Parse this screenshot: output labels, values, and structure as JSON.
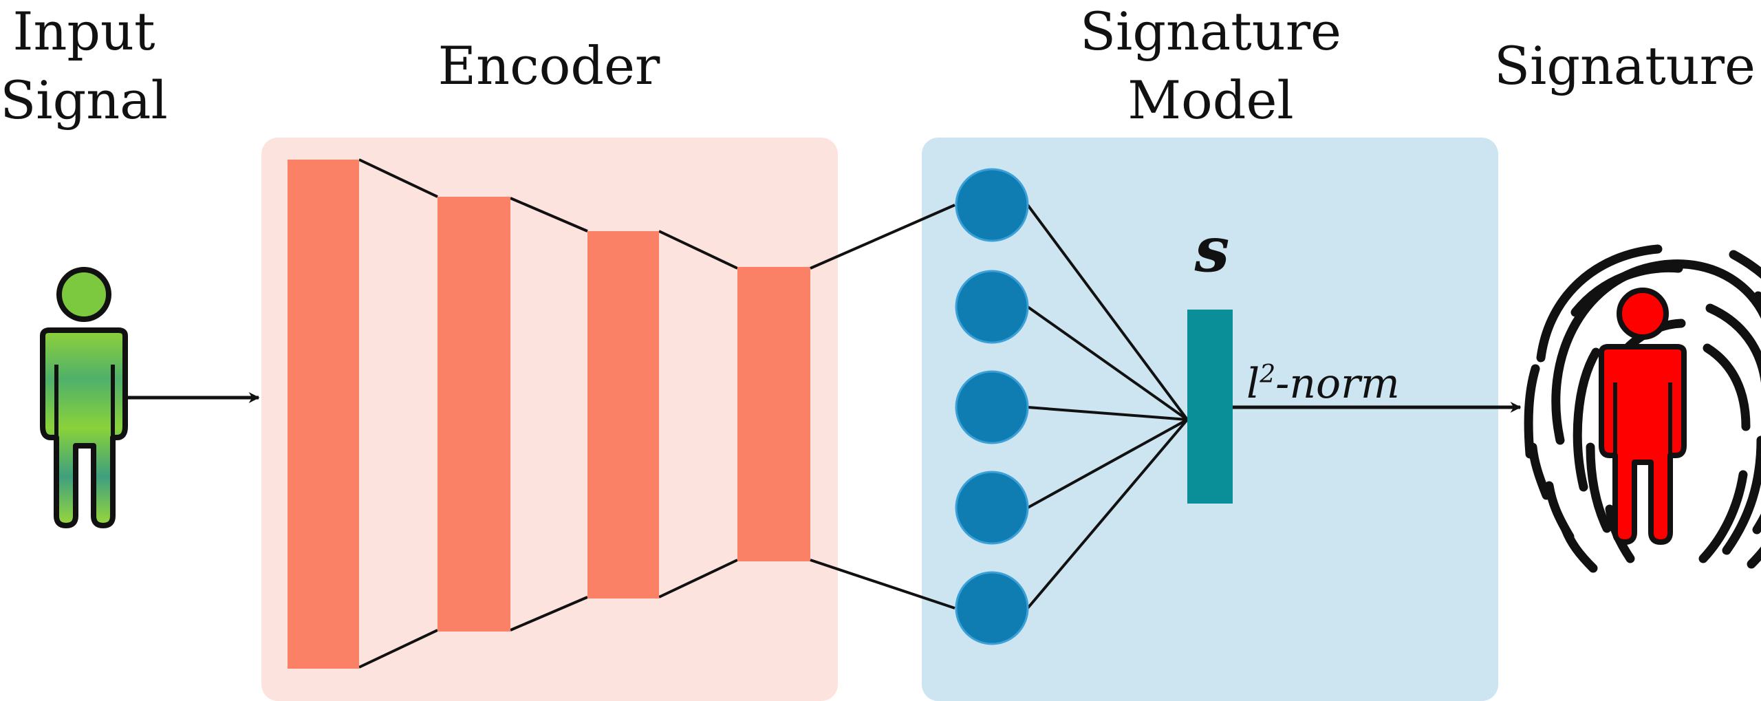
{
  "labels": {
    "input": [
      "Input",
      "Signal"
    ],
    "encoder": "Encoder",
    "signature_model": [
      "Signature",
      "Model"
    ],
    "signature": "Signature",
    "vector_symbol": "s",
    "norm_base": "l",
    "norm_exp": "2",
    "norm_rest": "-norm"
  },
  "colors": {
    "encoder_panel": "#fde3de",
    "encoder_layer": "#fa8066",
    "model_panel": "#cde5f1",
    "neuron_fill": "#0f7cb2",
    "neuron_stroke": "#3aa0d8",
    "signature_vector": "#0a8f98",
    "input_person": "#7cc83e",
    "signature_person": "#ff0000",
    "line": "#111111"
  },
  "icons": {
    "input": "person-icon",
    "output": "fingerprint-person-icon"
  },
  "encoder": {
    "layer_count": 4
  },
  "signature_model": {
    "neuron_count": 5
  }
}
